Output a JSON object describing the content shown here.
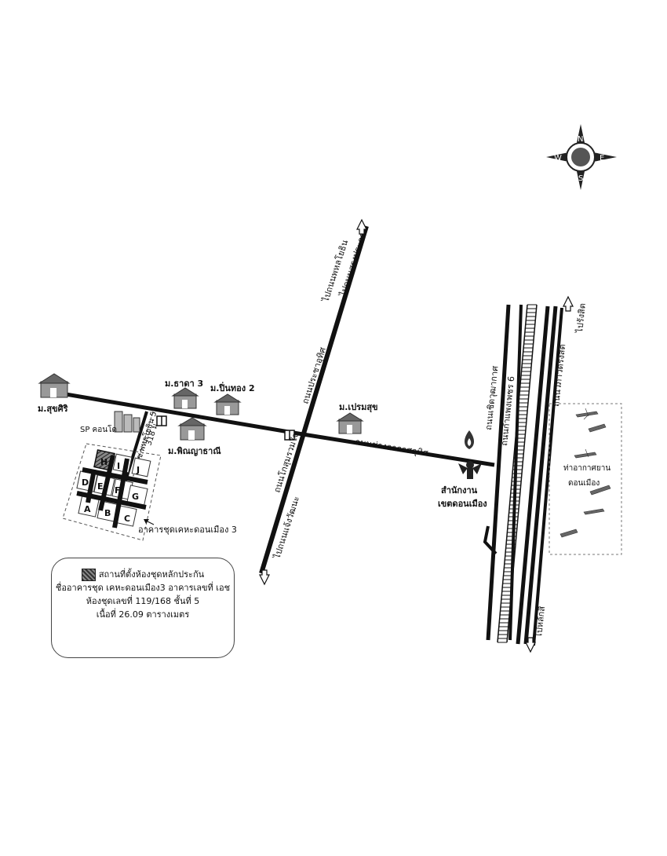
{
  "compass": {
    "n": "N",
    "s": "S",
    "e": "E",
    "w": "W"
  },
  "roads": {
    "prachauthit": "ถนนประชาอุทิศ",
    "to_songprapa": "ไปถนนสรงประภา",
    "to_phahonyothin": "ไปถนนพหลโยธิน",
    "khlong_ramjai": "ถนนโกสุมรวมใจ",
    "to_chaengwattana": "ไปถนนแจ้งวัฒนะ",
    "changakat_uthit": "ถนนช่างอากาศอุทิศ",
    "cherdwutthakat": "ถนนเชิดวุฒากาศ",
    "kamphaengphet6": "ถนนกำแพงเพชร 6",
    "vibhavadi": "ถนนวิภาวดีรังสิต",
    "to_rangsit": "ไปรังสิต",
    "to_laksi": "ไปหลักสี่",
    "side_road": "ซ.พหลโยธิน 5",
    "distance": "318 ม."
  },
  "places": {
    "suksiri": "ม.สุขศิริ",
    "thada3": "ม.ธาดา 3",
    "pinthong2": "ม.ปิ่นทอง 2",
    "phinyathani": "ม.พิณญาธาณี",
    "premsuk": "ม.เปรมสุข",
    "sp_condo": "SP คอนโด",
    "office_1": "สำนักงาน",
    "office_2": "เขตดอนเมือง",
    "airport_1": "ท่าอากาศยาน",
    "airport_2": "ดอนเมือง",
    "project": "อาคารชุดเคหะดอนเมือง 3"
  },
  "blocks": [
    "A",
    "B",
    "C",
    "D",
    "E",
    "F",
    "G",
    "H",
    "I",
    "J"
  ],
  "legend": {
    "line1": "สถานที่ตั้งห้องชุดหลักประกัน",
    "line2": "ชื่ออาคารชุด เคหะดอนเมือง3 อาคารเลขที่ เอช",
    "line3": "ห้องชุดเลขที่ 119/168 ชั้นที่ 5",
    "line4": "เนื้อที่ 26.09 ตารางเมตร"
  }
}
